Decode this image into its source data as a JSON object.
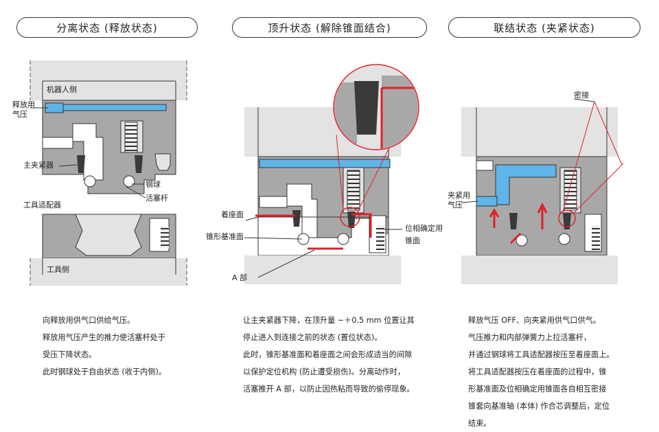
{
  "panels": [
    {
      "title": "分离状态 (释放状态)",
      "labels": {
        "robot_side": "机器人侧",
        "release_air": [
          "释放用",
          "气压"
        ],
        "main_clamp": "主夹紧器",
        "steel_ball": "钢球",
        "piston_rod": "活塞杆",
        "tool_adapter": "工具适配器",
        "tool_side": "工具侧"
      },
      "description": [
        "向释放用供气口供给气压。",
        "释放用气压产生的推力使活塞杆处于",
        "受压下降状态。",
        "此时钢球处于自由状态 (收于内侧)。"
      ]
    },
    {
      "title": "顶升状态 (解除锥面结合)",
      "labels": {
        "seating_face": "着座面",
        "taper_reference": "锥形基准面",
        "part_a": "A 部",
        "positioning_taper": [
          "位相确定用",
          "锥面"
        ]
      },
      "description": [
        "让主夹紧器下降，在顶升量 ~＋0.5 mm 位置让其",
        "停止进入到连接之前的状态 (置位状态)。",
        "此时，锥形基准面和着座面之间会形成适当的间隙",
        "以保护定位机构 (防止遭受损伤)。分离动作时，",
        "活塞推开 A 部，以防止因热粘而导致的偷停现象。"
      ]
    },
    {
      "title": "联结状态 (夹紧状态)",
      "labels": {
        "close_contact": "密接",
        "clamp_air": [
          "夹紧用",
          "气压"
        ]
      },
      "description": [
        "释放气压 OFF、向夹紧用供气口供气。",
        "气压推力和内部弹簧力上拉活塞杆，",
        "并通过钢球将工具适配器按压至着座面上。",
        "将工具适配器按压在着座面的过程中，锥",
        "形基准面及位相确定用锥面各自相互密接",
        "锥套向基准轴 (本体) 作合芯调整后，定位",
        "结束。"
      ]
    }
  ],
  "colors": {
    "body_gray": "#a8a8a8",
    "light_gray": "#e3e3e3",
    "air_blue": "#5fb4e8",
    "callout_red": "#e0202a",
    "dark_part": "#3a3a3a"
  }
}
